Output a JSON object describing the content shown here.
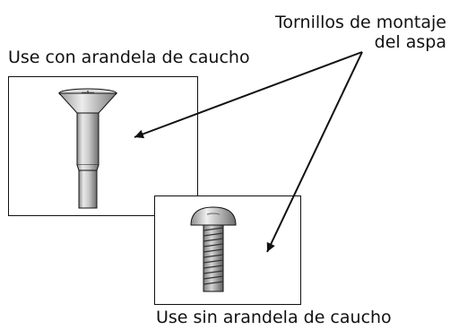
{
  "callout": {
    "line1": "Tornillos de montaje",
    "line2": "del aspa"
  },
  "captions": {
    "with_washer": "Use con arandela de caucho",
    "without_washer": "Use sin arandela de caucho"
  },
  "icons": {
    "flat_head_screw": "flat-head-screw-icon",
    "pan_head_screw": "pan-head-screw-icon"
  },
  "colors": {
    "line": "#111111",
    "metal_light": "#e6e6e6",
    "metal_mid": "#b9b9b9",
    "metal_dark": "#7d7d7d"
  }
}
